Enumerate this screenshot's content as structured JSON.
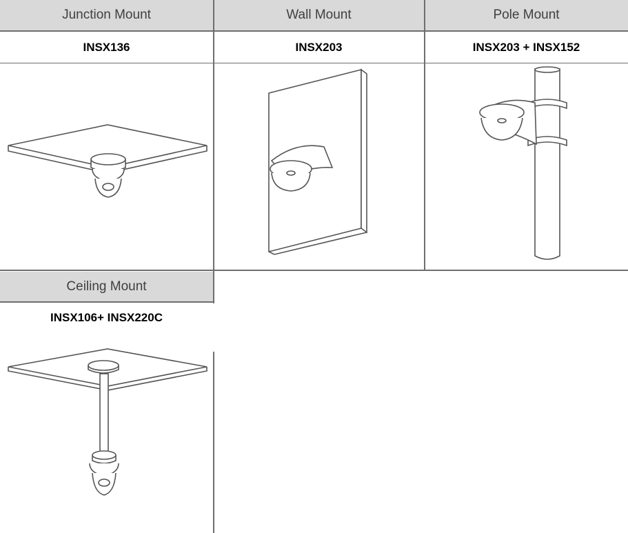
{
  "mounts": [
    {
      "header": "Junction Mount",
      "model": "INSX136"
    },
    {
      "header": "Wall Mount",
      "model": "INSX203"
    },
    {
      "header": "Pole Mount",
      "model": "INSX203 +  INSX152"
    },
    {
      "header": "Ceiling Mount",
      "model": "INSX106+ INSX220C"
    }
  ]
}
